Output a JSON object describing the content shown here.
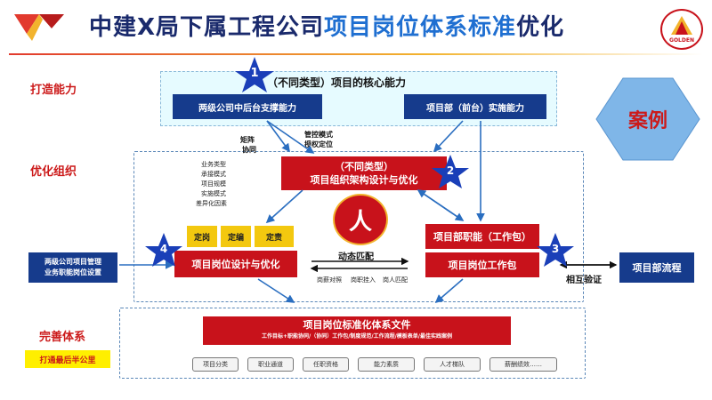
{
  "header": {
    "title_a": "中建X局下属工程公司",
    "title_b": "项目岗位体系标准",
    "title_c": "优化",
    "logo_text": "GOLDEN"
  },
  "sections": {
    "s1": "打造能力",
    "s2": "优化组织",
    "s3": "完善体系",
    "s3_badge": "打通最后半公里"
  },
  "core": {
    "title": "（不同类型）项目的核心能力",
    "left_box": "两级公司中后台支撑能力",
    "right_box": "项目部（前台）实施能力",
    "num": "1"
  },
  "case_label": "案例",
  "arrows": {
    "matrix": "矩阵",
    "collab": "协同",
    "control_mode": "管控模式",
    "auth": "授权定位"
  },
  "org": {
    "title_line1": "（不同类型）",
    "title_line2": "项目组织架构设计与优化",
    "num": "2",
    "factors": [
      "业务类型",
      "承接模式",
      "项目规模",
      "实施模式",
      "差异化因素"
    ]
  },
  "person": "人",
  "left_post": {
    "tags": [
      "定岗",
      "定编",
      "定责"
    ],
    "label": "项目岗位设计与优化",
    "num": "4"
  },
  "right_post": {
    "top": "项目部职能（工作包）",
    "bottom": "项目岗位工作包",
    "num": "3"
  },
  "match": {
    "label": "动态匹配",
    "subs": [
      "岗薪对照",
      "岗职挂入",
      "岗人匹配"
    ]
  },
  "left_side": {
    "line1": "两级公司项目管理",
    "line2": "业务职能岗位设置"
  },
  "right_side": {
    "label": "项目部流程",
    "verify": "相互验证"
  },
  "bottom": {
    "title": "项目岗位标准化体系文件",
    "subtitle": "工作目标+职能协同/（协同）工作包/制度规范/工作流程/模板表单/最佳实践案例",
    "pills": [
      "项目分类",
      "职业通道",
      "任职资格",
      "能力素质",
      "人才梯队",
      "薪酬绩效……"
    ]
  },
  "colors": {
    "navy": "#163b8c",
    "red": "#c8121b",
    "yellow": "#f3c80f",
    "title_dark": "#1a2a6c",
    "title_blue": "#1f6fd1",
    "section_red": "#cc1a1a",
    "case_bg": "#7fb6e8"
  }
}
